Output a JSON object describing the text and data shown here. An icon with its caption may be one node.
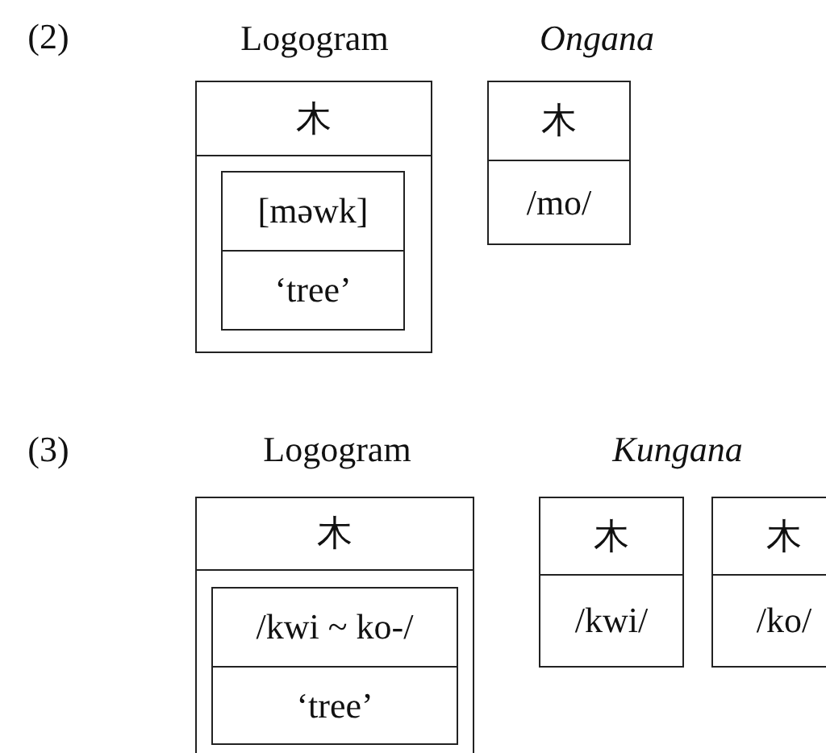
{
  "diagram": {
    "nodes": [
      {
        "text": [
          "木"
        ]
      },
      {
        "text": [
          "[məwk]",
          "‘tree’"
        ],
        "in": 0
      },
      {
        "text": [
          "木",
          "/mo/"
        ]
      },
      {
        "text": [
          "木"
        ]
      },
      {
        "text": [
          "/kwi ~ ko-/",
          "‘tree’"
        ],
        "in": 3
      },
      {
        "text": [
          "木",
          "/kwi/"
        ]
      },
      {
        "text": [
          "木",
          "/ko/"
        ]
      }
    ],
    "labels": [
      "(2)",
      "Logogram",
      "Ongana",
      "(3)",
      "Logogram",
      "Kungana"
    ]
  }
}
